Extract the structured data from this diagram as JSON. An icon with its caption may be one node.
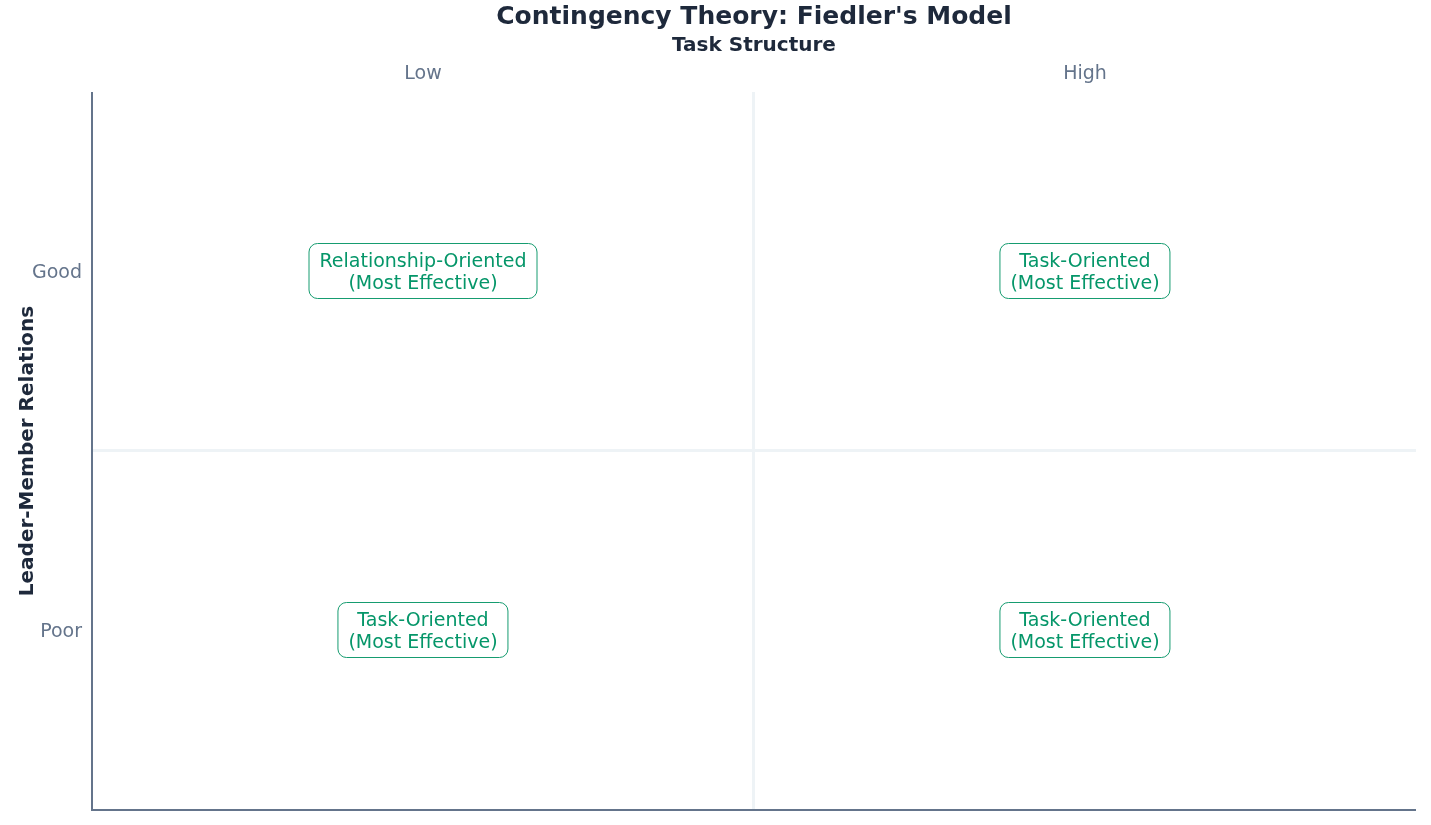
{
  "diagram": {
    "title": "Contingency Theory: Fiedler's Model",
    "nodes": [
      {
        "text": [
          "Relationship-Oriented",
          "(Most Effective)"
        ]
      },
      {
        "text": [
          "Task-Oriented",
          "(Most Effective)"
        ]
      },
      {
        "text": [
          "Task-Oriented",
          "(Most Effective)"
        ]
      },
      {
        "text": [
          "Task-Oriented",
          "(Most Effective)"
        ]
      }
    ],
    "labels": [
      "Task Structure",
      "Low",
      "High",
      "Leader-Member Relations",
      "Good",
      "Poor"
    ]
  }
}
